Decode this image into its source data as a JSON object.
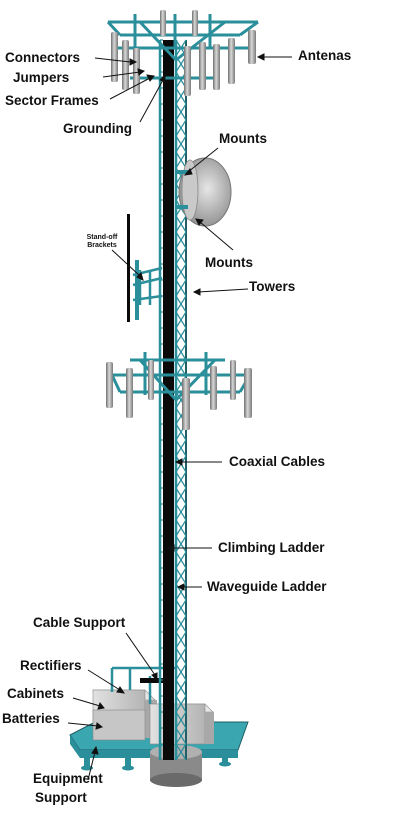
{
  "diagram": {
    "labels": {
      "connectors": "Connectors",
      "jumpers": "Jumpers",
      "sector_frames": "Sector Frames",
      "grounding": "Grounding",
      "antenas": "Antenas",
      "mounts_top": "Mounts",
      "mounts_bottom": "Mounts",
      "standoff_line1": "Stand-off",
      "standoff_line2": "Brackets",
      "towers": "Towers",
      "coaxial_cables": "Coaxial Cables",
      "climbing_ladder": "Climbing Ladder",
      "waveguide_ladder": "Waveguide Ladder",
      "cable_support": "Cable Support",
      "rectifiers": "Rectifiers",
      "cabinets": "Cabinets",
      "batteries": "Batteries",
      "equipment_line1": "Equipment",
      "equipment_line2": "Support"
    },
    "colors": {
      "lattice": "#2a8f9a",
      "steel_dark": "#1f5f66",
      "cable_black": "#0a0a0a",
      "antenna_grey": "#9a9a9a",
      "dish_grey": "#b5b5b5",
      "base_teal": "#3aa6b0",
      "cabinet_grey": "#cfcfcf"
    }
  }
}
